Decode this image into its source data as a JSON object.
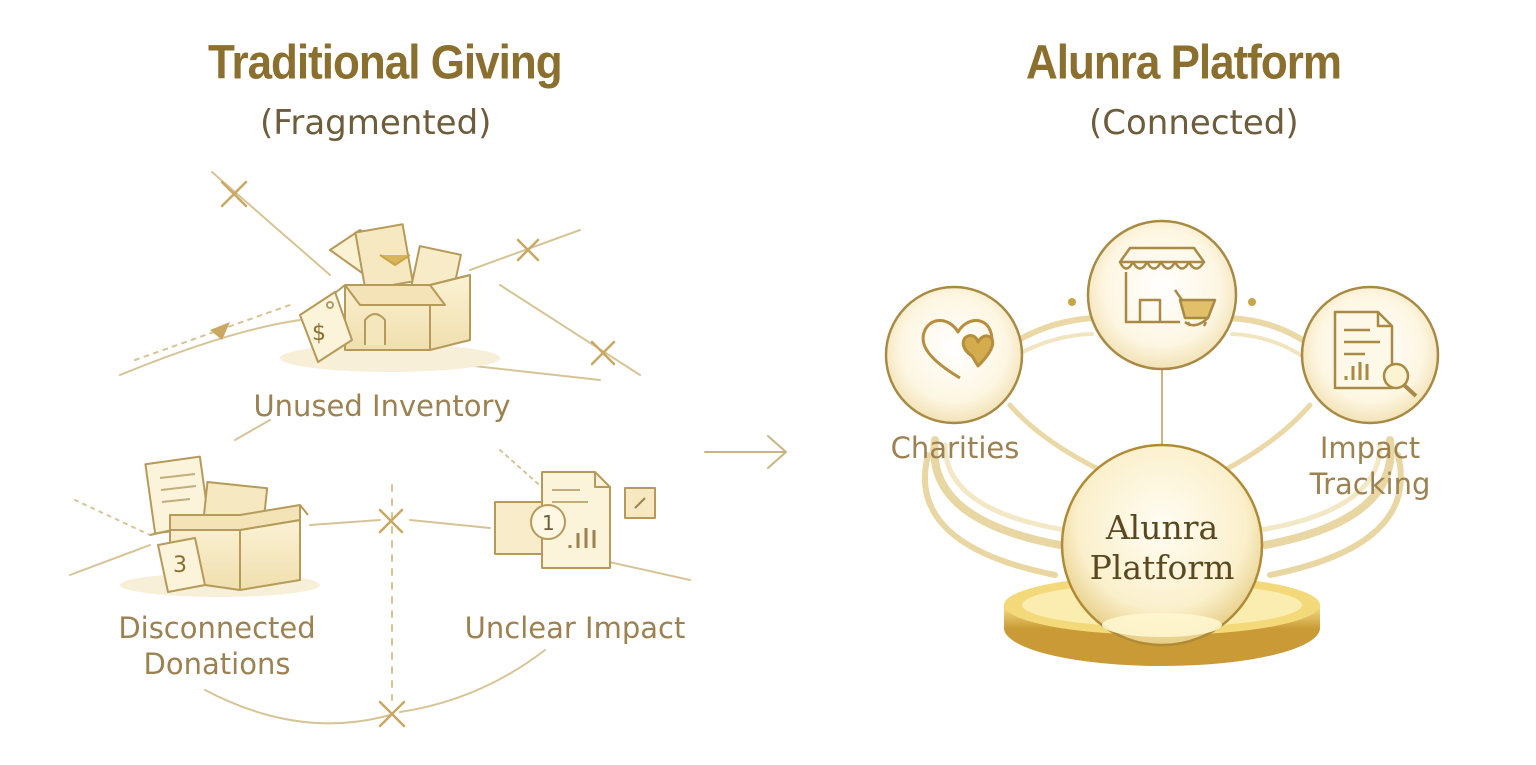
{
  "left": {
    "title": "Traditional Giving",
    "subtitle": "(Fragmented)",
    "items": [
      {
        "label": "Unused Inventory",
        "icon": "open-box-with-price-tag-icon",
        "tag_text": "$"
      },
      {
        "label": "Disconnected Donations",
        "icon": "open-box-with-documents-icon",
        "tag_text": "3"
      },
      {
        "label": "Unclear Impact",
        "icon": "document-with-chart-icon",
        "tag_text": "1"
      }
    ]
  },
  "right": {
    "title": "Alunra Platform",
    "subtitle": "(Connected)",
    "nodes": [
      {
        "label": "Charities",
        "icon": "heart-icon"
      },
      {
        "label": "",
        "icon": "storefront-with-cart-icon"
      },
      {
        "label": "Impact Tracking",
        "icon": "report-magnifier-icon"
      }
    ],
    "hub": {
      "label": "Alunra Platform"
    }
  },
  "colors": {
    "heading": "#8a6f2e",
    "gold": "#c9a54a",
    "cream": "#fbf3da",
    "line": "#d9c9a0"
  },
  "connector_icon": "arrow-right-icon"
}
